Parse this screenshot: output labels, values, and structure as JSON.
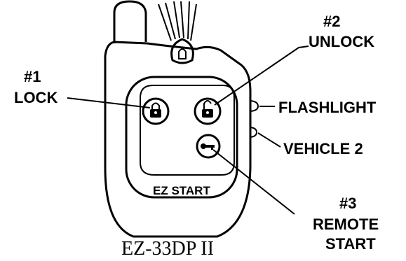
{
  "diagram": {
    "model_name": "EZ-33DP II",
    "device_brand_text": "EZ START",
    "labels": {
      "lock_number": "#1",
      "lock": "LOCK",
      "unlock_number": "#2",
      "unlock": "UNLOCK",
      "flashlight": "FLASHLIGHT",
      "vehicle2": "VEHICLE 2",
      "remote_start_number": "#3",
      "remote_start_line1": "REMOTE",
      "remote_start_line2": "START"
    }
  },
  "colors": {
    "ink": "#000000",
    "paper": "#ffffff"
  }
}
